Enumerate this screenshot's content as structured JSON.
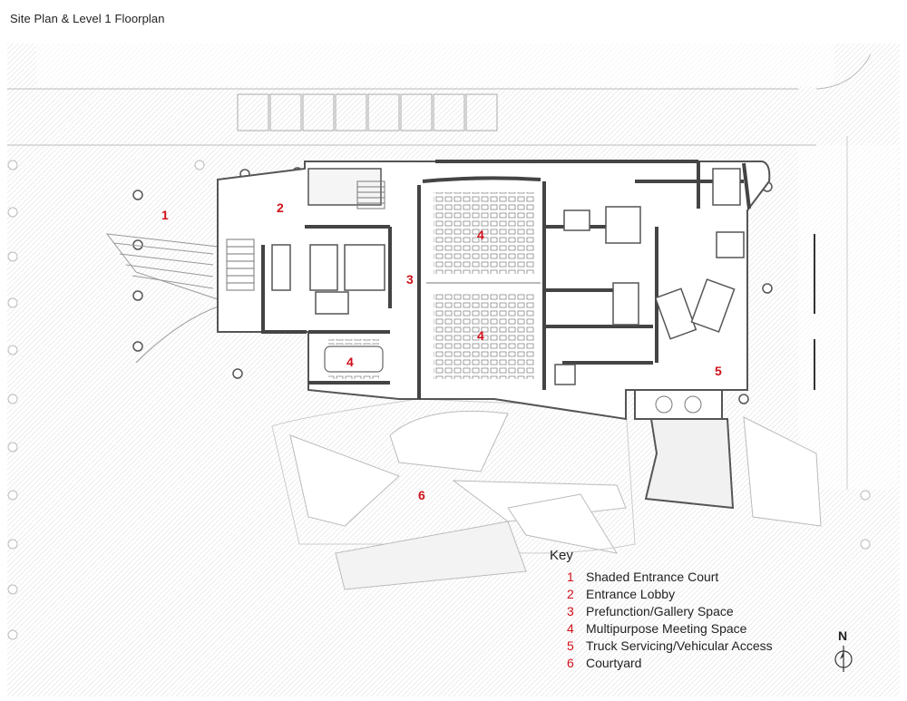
{
  "title": "Site Plan & Level 1 Floorplan",
  "plan_labels": [
    {
      "number": "1",
      "name": "label-1-shaded-entrance-court"
    },
    {
      "number": "2",
      "name": "label-2-entrance-lobby"
    },
    {
      "number": "3",
      "name": "label-3-prefunction-gallery"
    },
    {
      "number": "4",
      "name": "label-4-meeting-upper"
    },
    {
      "number": "4",
      "name": "label-4-meeting-lower"
    },
    {
      "number": "4",
      "name": "label-4-meeting-left"
    },
    {
      "number": "5",
      "name": "label-5-truck-servicing"
    },
    {
      "number": "6",
      "name": "label-6-courtyard"
    }
  ],
  "key": {
    "title": "Key",
    "items": [
      {
        "number": "1",
        "label": "Shaded Entrance Court"
      },
      {
        "number": "2",
        "label": "Entrance Lobby"
      },
      {
        "number": "3",
        "label": "Prefunction/Gallery Space"
      },
      {
        "number": "4",
        "label": "Multipurpose Meeting Space"
      },
      {
        "number": "5",
        "label": "Truck Servicing/Vehicular Access"
      },
      {
        "number": "6",
        "label": "Courtyard"
      }
    ]
  },
  "north_label": "N",
  "colors": {
    "label": "#d0101a",
    "wall": "#555555",
    "hatch": "#e2e2e2"
  }
}
